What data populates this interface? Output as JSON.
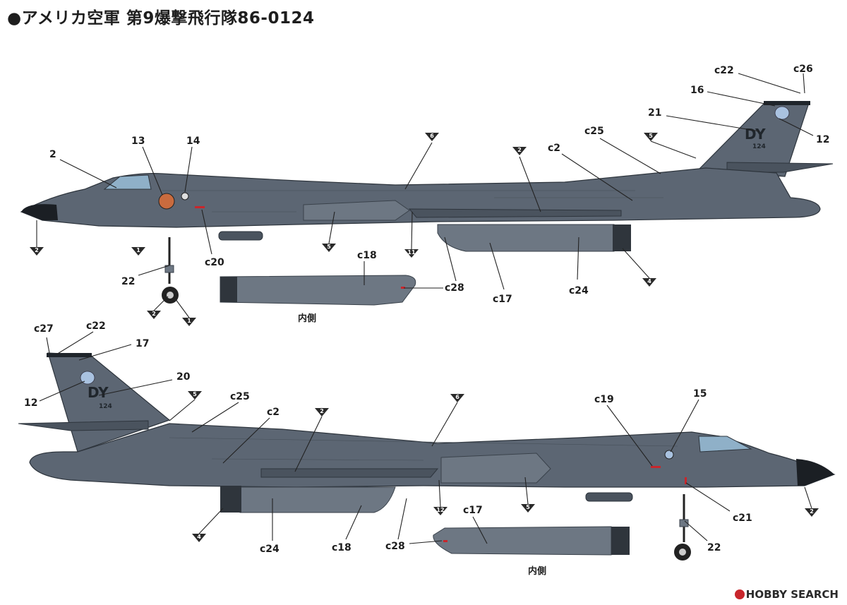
{
  "title": "●アメリカ空軍 第9爆撃飛行隊86-0124",
  "watermark": "HOBBY SEARCH",
  "top_view": {
    "callouts": [
      "2",
      "13",
      "14",
      "c20",
      "22",
      "c22",
      "c26",
      "16",
      "21",
      "12",
      "c25",
      "c2",
      "c18",
      "c28",
      "c17",
      "c24"
    ],
    "markers": [
      "2",
      "1",
      "2",
      "1",
      "6",
      "2",
      "5",
      "5",
      "11",
      "4"
    ],
    "tail_code": "DY",
    "serial": "124",
    "pod_caption": "内側"
  },
  "bottom_view": {
    "callouts": [
      "c27",
      "c22",
      "17",
      "20",
      "12",
      "c25",
      "c2",
      "c19",
      "15",
      "c21",
      "22",
      "c24",
      "c18",
      "c28",
      "c17"
    ],
    "markers": [
      "5",
      "2",
      "6",
      "4",
      "12",
      "5",
      "2"
    ],
    "tail_code": "DY",
    "serial": "124",
    "pod_caption": "内側"
  },
  "colors": {
    "aircraft_gray": "#5c6673",
    "marker_black": "#2a2a2a",
    "warning_red": "#c8262c"
  }
}
